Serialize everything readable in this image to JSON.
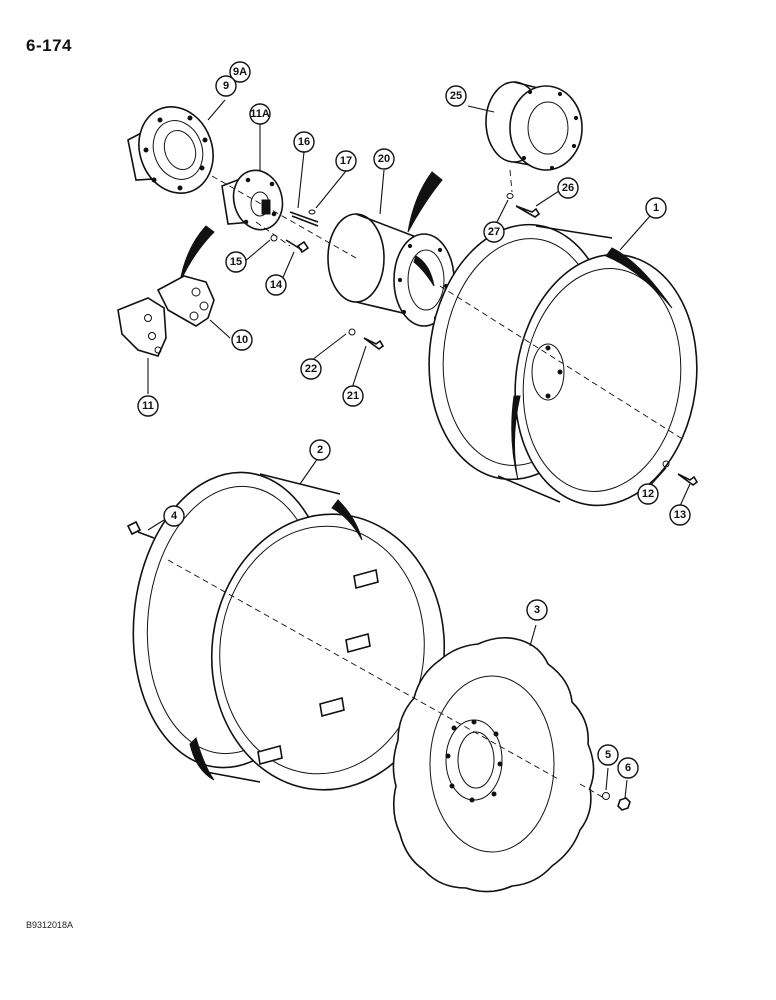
{
  "header": {
    "page_number": "6-174"
  },
  "footer": {
    "reference_code": "B9312018A"
  },
  "callouts": [
    {
      "id": "c1",
      "label": "1"
    },
    {
      "id": "c2",
      "label": "2"
    },
    {
      "id": "c3",
      "label": "3"
    },
    {
      "id": "c4",
      "label": "4"
    },
    {
      "id": "c5",
      "label": "5"
    },
    {
      "id": "c6",
      "label": "6"
    },
    {
      "id": "c9",
      "label": "9"
    },
    {
      "id": "c9a",
      "label": "9A"
    },
    {
      "id": "c10",
      "label": "10"
    },
    {
      "id": "c11",
      "label": "11"
    },
    {
      "id": "c11a",
      "label": "11A"
    },
    {
      "id": "c12",
      "label": "12"
    },
    {
      "id": "c13",
      "label": "13"
    },
    {
      "id": "c14",
      "label": "14"
    },
    {
      "id": "c15",
      "label": "15"
    },
    {
      "id": "c16",
      "label": "16"
    },
    {
      "id": "c17",
      "label": "17"
    },
    {
      "id": "c20",
      "label": "20"
    },
    {
      "id": "c21",
      "label": "21"
    },
    {
      "id": "c22",
      "label": "22"
    },
    {
      "id": "c25",
      "label": "25"
    },
    {
      "id": "c26",
      "label": "26"
    },
    {
      "id": "c27",
      "label": "27"
    }
  ]
}
